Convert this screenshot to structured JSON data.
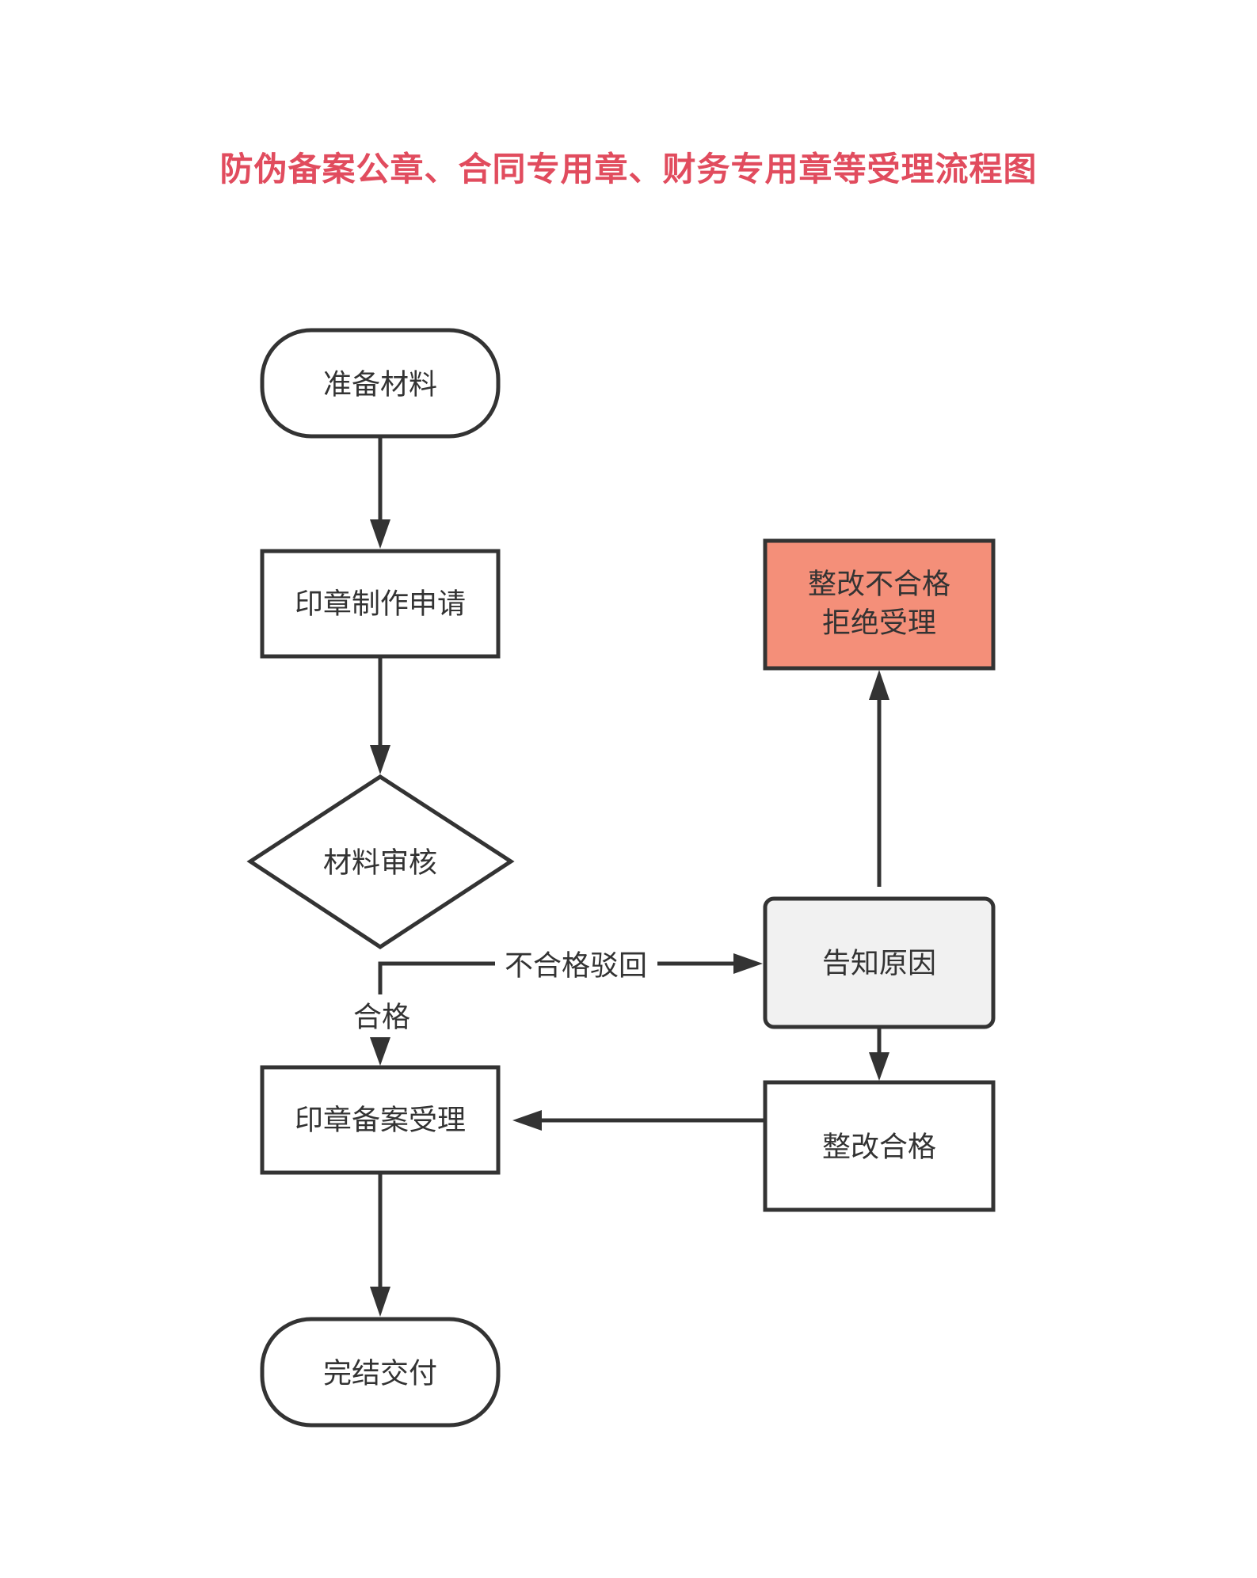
{
  "title": "防伪备案公章、合同专用章、财务专用章等受理流程图",
  "colors": {
    "title": "#E14C5E",
    "stroke": "#333333",
    "reject_fill": "#F48F79",
    "notice_fill": "#F1F1F1",
    "default_fill": "#FFFFFF"
  },
  "nodes": {
    "prepare": {
      "label": "准备材料",
      "shape": "terminator"
    },
    "apply": {
      "label": "印章制作申请",
      "shape": "process"
    },
    "review": {
      "label": "材料审核",
      "shape": "decision"
    },
    "notify": {
      "label": "告知原因",
      "shape": "rounded-process"
    },
    "reject": {
      "label_line1": "整改不合格",
      "label_line2": "拒绝受理",
      "shape": "process"
    },
    "fixed": {
      "label": "整改合格",
      "shape": "process"
    },
    "filing": {
      "label": "印章备案受理",
      "shape": "process"
    },
    "finish": {
      "label": "完结交付",
      "shape": "terminator"
    }
  },
  "edges": [
    {
      "from": "prepare",
      "to": "apply",
      "label": ""
    },
    {
      "from": "apply",
      "to": "review",
      "label": ""
    },
    {
      "from": "review",
      "to": "notify",
      "label": "不合格驳回"
    },
    {
      "from": "review",
      "to": "filing",
      "label": "合格"
    },
    {
      "from": "notify",
      "to": "reject",
      "label": ""
    },
    {
      "from": "notify",
      "to": "fixed",
      "label": ""
    },
    {
      "from": "fixed",
      "to": "filing",
      "label": ""
    },
    {
      "from": "filing",
      "to": "finish",
      "label": ""
    }
  ],
  "edge_labels": {
    "reject_return": "不合格驳回",
    "pass": "合格"
  }
}
